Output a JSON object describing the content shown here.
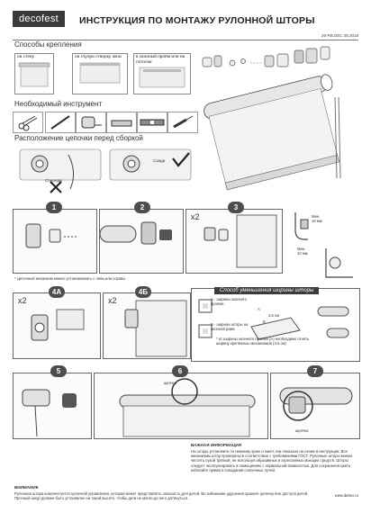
{
  "header": {
    "logo": "decofest",
    "title": "ИНСТРУКЦИЯ ПО МОНТАЖУ РУЛОННОЙ ШТОРЫ",
    "code": "26-RB.DEC.08.2018"
  },
  "mounting": {
    "heading": "Способы крепления",
    "options": [
      "на стену",
      "на глухую створку окна",
      "в оконный проём или на потолок"
    ]
  },
  "tools": {
    "heading": "Необходимый инструмент"
  },
  "chain": {
    "heading": "Расположение цепочки перед сборкой",
    "front": "Спереди",
    "back": "Сзади"
  },
  "steps": {
    "s1": "1",
    "s2": "2",
    "s3": "3",
    "s4a": "4А",
    "s4b": "4Б",
    "s5": "5",
    "s6": "6",
    "s7": "7",
    "x2": "x2"
  },
  "mins": {
    "a": "Мин.\n10 мм",
    "b": "Мин.\n10 мм"
  },
  "footnote1": "* Цепочный механизм можно устанавливать с лева или справа",
  "reduce": {
    "title": "Способ уменьшения ширины шторы",
    "a": "А - ширина оконного проёма",
    "b": "Б - ширина шторы на оконной раме",
    "note": "* от ширины оконного проёма (А) необходимо отнять ширину крепёжных механизмов (3,5 см)"
  },
  "sizes": {
    "a": "А",
    "b": "Б",
    "val": "3,5 см"
  },
  "click": "щелчок",
  "important": {
    "heading": "ВАЖНАЯ ИНФОРМАЦИЯ",
    "text": "На шторы установите по нижнему краю и пакет, как показано на схеме в инструкции. Все механизмы штор проверены в соответствии с требованиями ГОСТ. Рулонные шторы можно чистить сухой тряпкой, не используя абразивных и агрессивных моющих средств. Шторы следует эксплуатировать в помещениях с нормальной влажностью. Для сохранения цвета избегайте прямого попадания солнечных лучей."
  },
  "attention": {
    "heading": "ВНИМАНИЕ",
    "text": "Рулонная штора комплектуется цепочкой управления, которая может представлять опасность для детей. Во избежание удушения храните цепочку вне доступа детей. Прочный шнур должен быть установлен на такой высоте, чтобы дети не могли до него дотянуться.",
    "site": "www.dettex.ru"
  }
}
